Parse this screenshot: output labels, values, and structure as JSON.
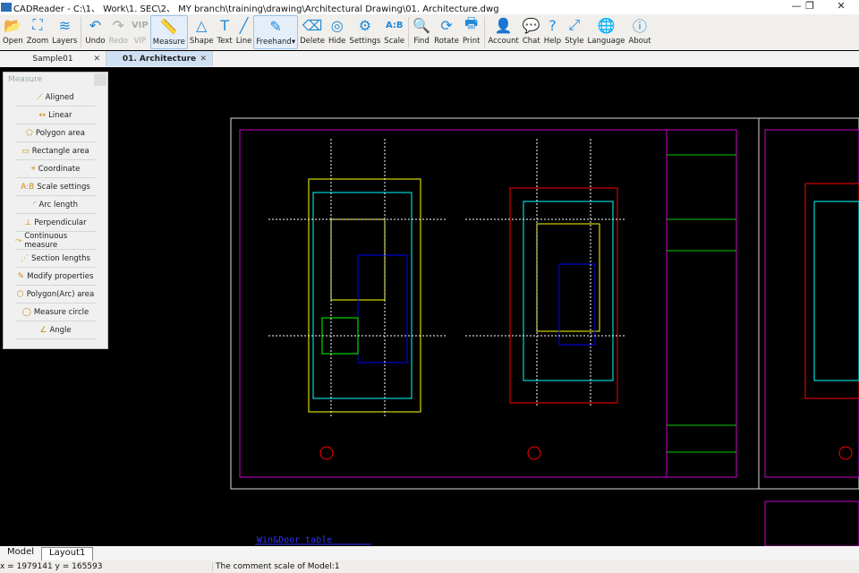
{
  "window": {
    "title": "CADReader - C:\\1、 Work\\1. SEC\\2、 MY branch\\training\\drawing\\Architectural Drawing\\01. Architecture.dwg",
    "minimize": "—",
    "restore": "❐",
    "close": "✕"
  },
  "toolbar": [
    {
      "label": "Open",
      "icon": "folder-open-icon",
      "glyph": "📂"
    },
    {
      "label": "Zoom",
      "icon": "zoom-extents-icon",
      "glyph": "⛶"
    },
    {
      "label": "Layers",
      "icon": "layers-icon",
      "glyph": "≋"
    },
    {
      "sep": true
    },
    {
      "label": "Undo",
      "icon": "undo-icon",
      "glyph": "↶"
    },
    {
      "label": "Redo",
      "icon": "redo-icon",
      "glyph": "↷",
      "disabled": true
    },
    {
      "label": "VIP",
      "icon": "vip-icon",
      "glyph": "VIP",
      "disabled": true
    },
    {
      "label": "Measure",
      "icon": "ruler-icon",
      "glyph": "📏",
      "active": true
    },
    {
      "label": "Shape",
      "icon": "shape-icon",
      "glyph": "△"
    },
    {
      "label": "Text",
      "icon": "text-icon",
      "glyph": "T"
    },
    {
      "label": "Line",
      "icon": "line-icon",
      "glyph": "╱"
    },
    {
      "label": "Freehand▾",
      "icon": "pen-icon",
      "glyph": "✎",
      "active": true
    },
    {
      "label": "Delete",
      "icon": "eraser-icon",
      "glyph": "⌫"
    },
    {
      "label": "Hide",
      "icon": "eye-off-icon",
      "glyph": "◎"
    },
    {
      "label": "Settings",
      "icon": "settings-icon",
      "glyph": "⚙"
    },
    {
      "label": "Scale",
      "icon": "scale-icon",
      "glyph": "A:B"
    },
    {
      "sep": true
    },
    {
      "label": "Find",
      "icon": "find-icon",
      "glyph": "🔍"
    },
    {
      "label": "Rotate",
      "icon": "rotate-icon",
      "glyph": "⟳"
    },
    {
      "label": "Print",
      "icon": "print-icon",
      "glyph": "🖶"
    },
    {
      "sep": true
    },
    {
      "label": "Account",
      "icon": "user-icon",
      "glyph": "👤"
    },
    {
      "label": "Chat",
      "icon": "chat-icon",
      "glyph": "💬"
    },
    {
      "label": "Help",
      "icon": "help-icon",
      "glyph": "?"
    },
    {
      "label": "Style",
      "icon": "style-icon",
      "glyph": "⤢"
    },
    {
      "label": "Language",
      "icon": "globe-icon",
      "glyph": "🌐"
    },
    {
      "label": "About",
      "icon": "info-icon",
      "glyph": "ⓘ"
    }
  ],
  "doc_tabs": [
    {
      "label": "Sample01",
      "close": "✕"
    },
    {
      "label": "01. Architecture",
      "close": "✕",
      "active": true
    }
  ],
  "measure_panel": {
    "title": "Measure",
    "items": [
      {
        "label": "Aligned",
        "glyph": "⟋"
      },
      {
        "label": "Linear",
        "glyph": "↔"
      },
      {
        "label": "Polygon area",
        "glyph": "⬠"
      },
      {
        "label": "Rectangle area",
        "glyph": "▭"
      },
      {
        "label": "Coordinate",
        "glyph": "⌖"
      },
      {
        "label": "Scale settings",
        "glyph": "A:B"
      },
      {
        "label": "Arc length",
        "glyph": "◜"
      },
      {
        "label": "Perpendicular",
        "glyph": "⊥"
      },
      {
        "label": "Continuous measure",
        "glyph": "⤳"
      },
      {
        "label": "Section lengths",
        "glyph": "⋰"
      },
      {
        "label": "Modify properties",
        "glyph": "✎"
      },
      {
        "label": "Polygon(Arc) area",
        "glyph": "⬡"
      },
      {
        "label": "Measure circle",
        "glyph": "◯"
      },
      {
        "label": "Angle",
        "glyph": "∠"
      }
    ]
  },
  "drawing": {
    "label": "Win&Door table"
  },
  "layout_tabs": [
    {
      "label": "Model",
      "active": true
    },
    {
      "label": "Layout1"
    }
  ],
  "status": {
    "coords": "x = 1979141 y = 165593",
    "scale": "The comment scale of Model:1"
  }
}
